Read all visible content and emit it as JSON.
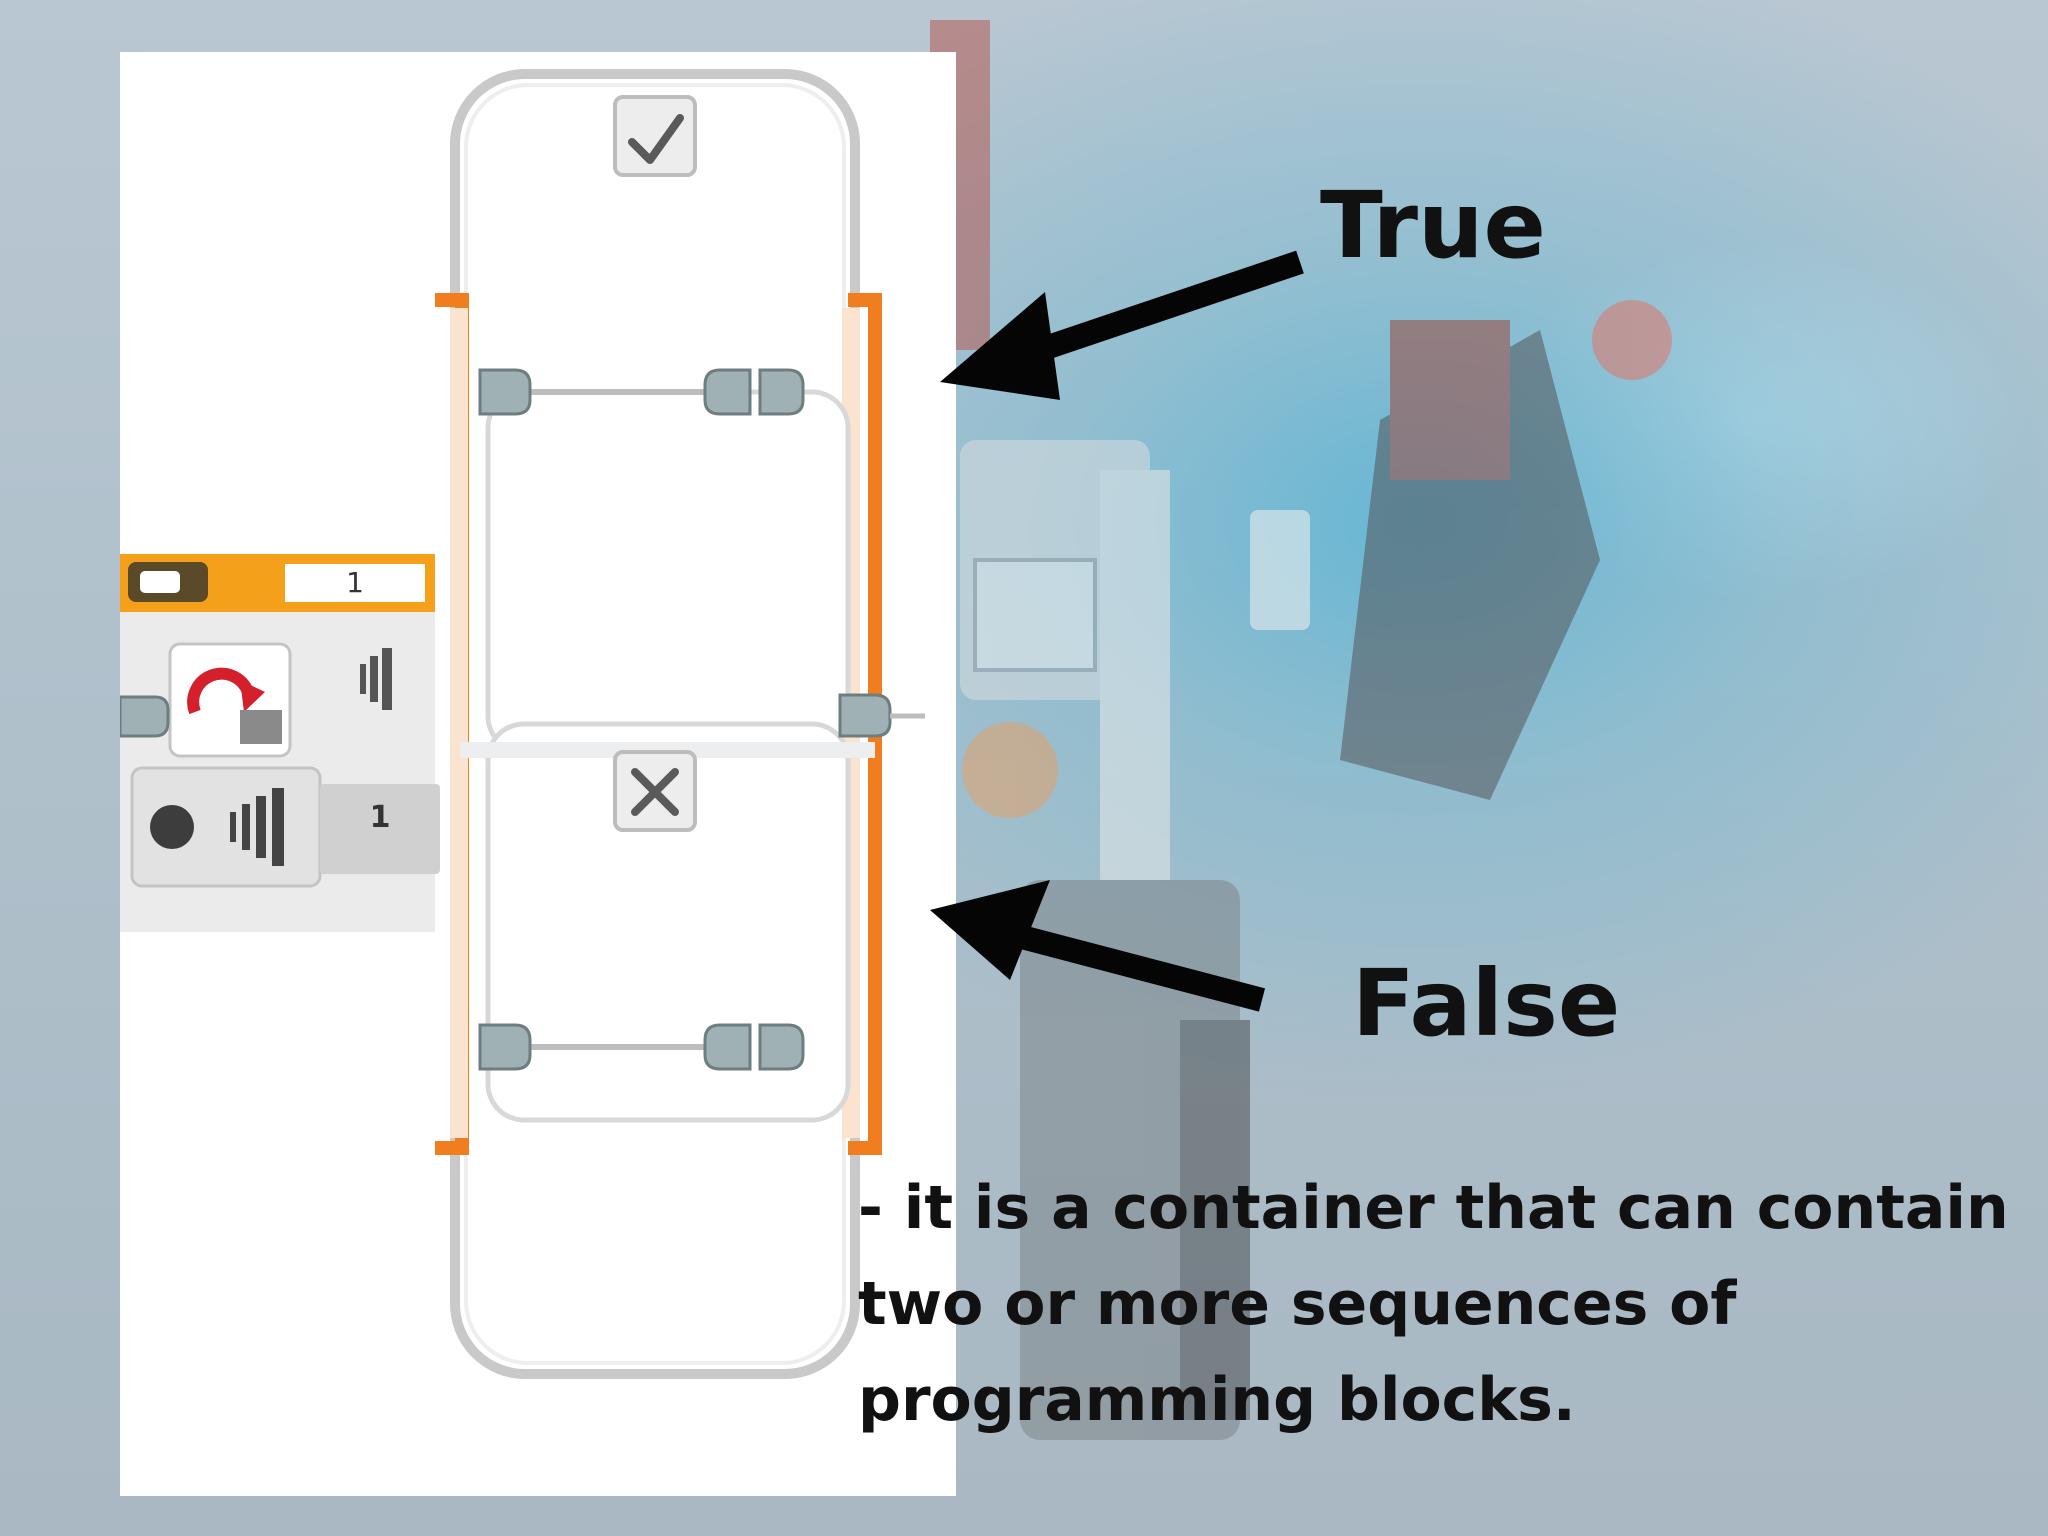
{
  "labels": {
    "true_label": "True",
    "false_label": "False"
  },
  "description": {
    "line1": " - it is a container that can contain",
    "line2": "two or more sequences of",
    "line3": "programming blocks."
  },
  "switch_block": {
    "header_value": "1",
    "port_value": "1",
    "true_case_icon": "check-icon",
    "false_case_icon": "x-icon",
    "mode_icon": "loop-sensor-icon"
  },
  "colors": {
    "accent_orange": "#f07d1e",
    "arrow": "#050505",
    "panel": "#ffffff"
  }
}
